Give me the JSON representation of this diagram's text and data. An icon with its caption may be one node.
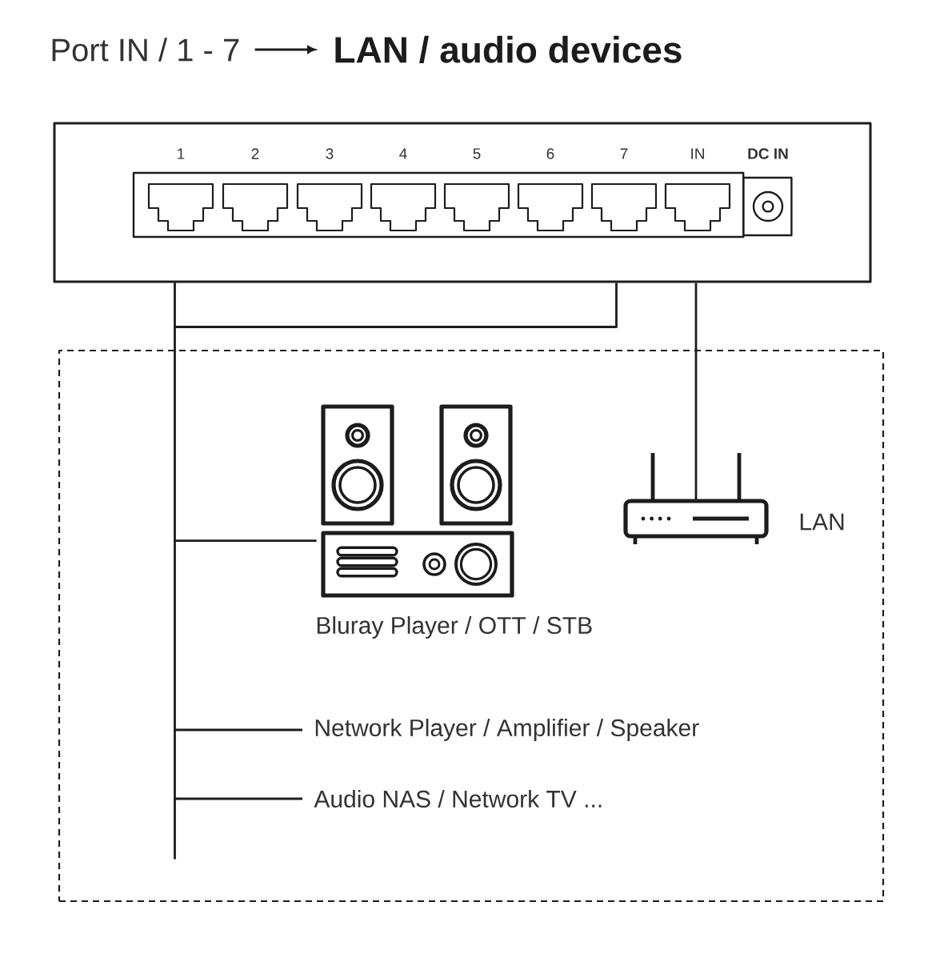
{
  "diagram": {
    "nodes": [
      {
        "text": [
          "Port IN / 1 - 7"
        ]
      },
      {
        "text": [
          "LAN / audio devices"
        ]
      },
      {
        "text": [
          "1",
          "2",
          "3",
          "4",
          "5",
          "6",
          "7",
          "IN",
          "DC IN"
        ]
      },
      {
        "text": [],
        "shape": "box"
      },
      {
        "text": [],
        "shape": "picture",
        "beside": [
          "Bluray Player / OTT / STB"
        ],
        "in": 3
      },
      {
        "text": [],
        "shape": "picture",
        "beside": [
          "LAN"
        ],
        "in": 3
      },
      {
        "text": [
          "Network Player / Amplifier / Speaker"
        ],
        "in": 3
      },
      {
        "text": [
          "Audio NAS / Network TV ..."
        ],
        "in": 3
      }
    ],
    "edges": [
      {
        "from": 0,
        "to": 1,
        "arrow": "to"
      },
      {
        "from": 2,
        "to": 4,
        "arrow": "none"
      },
      {
        "from": 2,
        "to": 6,
        "arrow": "none"
      },
      {
        "from": 2,
        "to": 7,
        "arrow": "none"
      },
      {
        "from": 2,
        "to": 5,
        "arrow": "none"
      }
    ]
  }
}
